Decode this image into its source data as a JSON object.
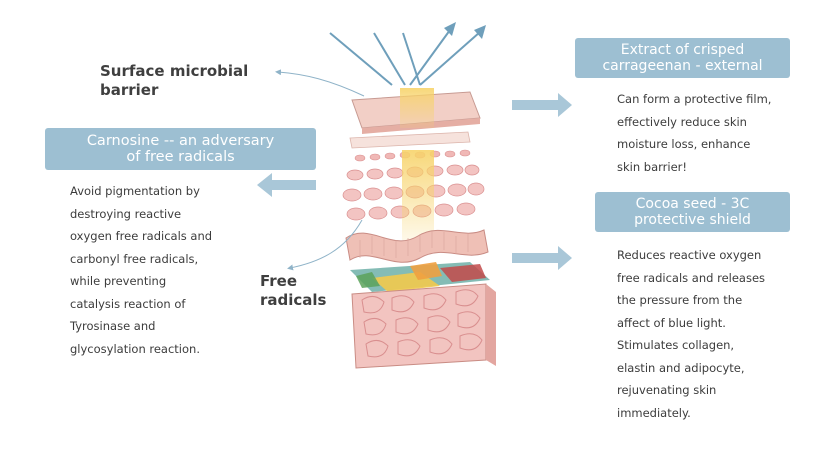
{
  "labels": {
    "surface_barrier": [
      "Surface microbial",
      "barrier"
    ],
    "free_radicals": [
      "Free",
      "radicals"
    ]
  },
  "left_panel": {
    "title": [
      "Carnosine -- an adversary",
      "of free radicals"
    ],
    "description": [
      "Avoid pigmentation by",
      "destroying reactive",
      "oxygen free radicals and",
      "carbonyl free radicals,",
      "while preventing",
      "catalysis reaction of",
      "Tyrosinase and",
      "glycosylation reaction."
    ]
  },
  "right_top_panel": {
    "title": [
      "Extract of crisped",
      "carrageenan - external"
    ],
    "description": [
      "Can form a protective film,",
      "effectively reduce skin",
      "moisture loss, enhance",
      "skin barrier!"
    ]
  },
  "right_bottom_panel": {
    "title": [
      "Cocoa seed - 3C",
      "protective shield"
    ],
    "description": [
      "Reduces reactive oxygen",
      "free radicals and releases",
      "the pressure from the",
      "affect of blue light.",
      "Stimulates collagen,",
      "elastin and adipocyte,",
      "rejuvenating skin",
      "immediately."
    ]
  },
  "colors": {
    "pill": "#9dbfd2",
    "arrow": "#a9c7d8",
    "ray": "#6f9fbb",
    "skin": "#f2c7c0",
    "skin_dark": "#d98f8f",
    "light_beam": "#f7d36a"
  }
}
